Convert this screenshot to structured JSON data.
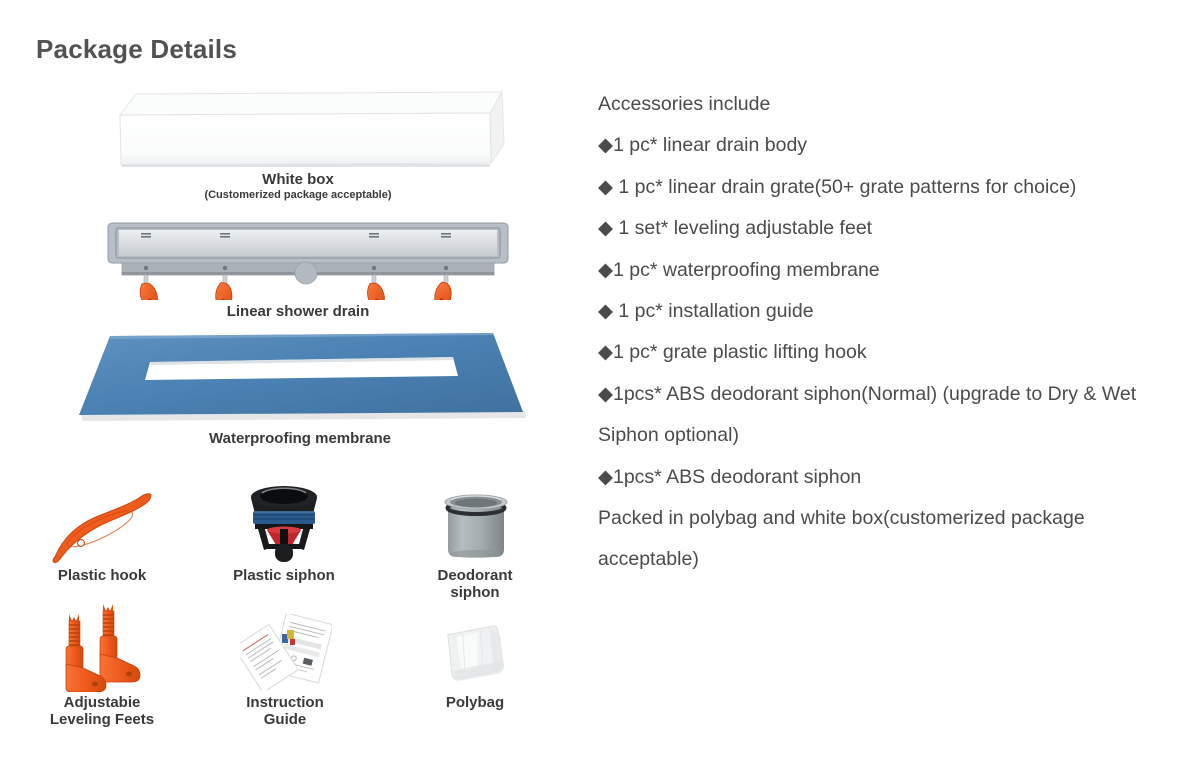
{
  "header": {
    "title": "Package Details"
  },
  "package_items": {
    "white_box": {
      "label": "White box",
      "note": "(Customerized package acceptable)"
    },
    "linear_shower_drain": {
      "label": "Linear shower drain"
    },
    "waterproofing_membrane": {
      "label": "Waterproofing membrane"
    },
    "plastic_hook": {
      "label": "Plastic hook"
    },
    "plastic_siphon": {
      "label": "Plastic siphon"
    },
    "deodorant_siphon": {
      "label": "Deodorant\nsiphon"
    },
    "leveling_feet": {
      "label": "Adjustabie\nLeveling Feets"
    },
    "instruction_guide": {
      "label": "Instruction\nGuide"
    },
    "polybag": {
      "label": "Polybag"
    }
  },
  "accessories": {
    "heading": "Accessories include",
    "items": [
      "◆1 pc* linear drain body",
      "◆ 1 pc* linear drain grate(50+ grate patterns for choice)",
      "◆ 1 set* leveling adjustable feet",
      "◆1 pc* waterproofing membrane",
      "◆ 1 pc* installation guide",
      "◆1 pc* grate plastic lifting hook",
      "◆1pcs* ABS deodorant siphon(Normal) (upgrade to Dry & Wet Siphon optional)",
      "◆1pcs* ABS deodorant siphon",
      "Packed in polybag and white box(customerized package acceptable)"
    ]
  },
  "colors": {
    "accent_orange": "#ee5a1d",
    "membrane_blue": "#4a80b2",
    "drain_gray": "#b7bec5",
    "text_dark": "#4b4b4b"
  }
}
